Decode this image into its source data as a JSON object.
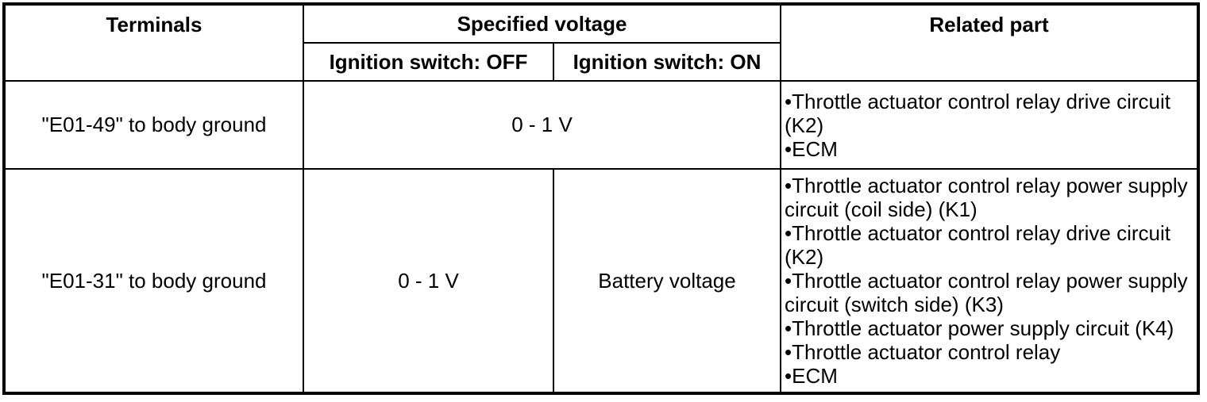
{
  "table": {
    "header": {
      "terminals": "Terminals",
      "specified_voltage": "Specified voltage",
      "ignition_off": "Ignition switch: OFF",
      "ignition_on": "Ignition switch: ON",
      "related_part": "Related part"
    },
    "rows": [
      {
        "terminal": "\"E01-49\" to body ground",
        "voltage": "0 - 1 V",
        "related_parts": [
          "Throttle actuator control relay drive circuit (K2)",
          "ECM"
        ]
      },
      {
        "terminal": "\"E01-31\" to body ground",
        "voltage_off": "0 - 1 V",
        "voltage_on": "Battery voltage",
        "related_parts": [
          "Throttle actuator control relay power supply circuit (coil side) (K1)",
          "Throttle actuator control relay drive circuit (K2)",
          "Throttle actuator control relay power supply circuit (switch side) (K3)",
          "Throttle actuator power supply circuit (K4)",
          "Throttle actuator control relay",
          "ECM"
        ]
      }
    ]
  }
}
